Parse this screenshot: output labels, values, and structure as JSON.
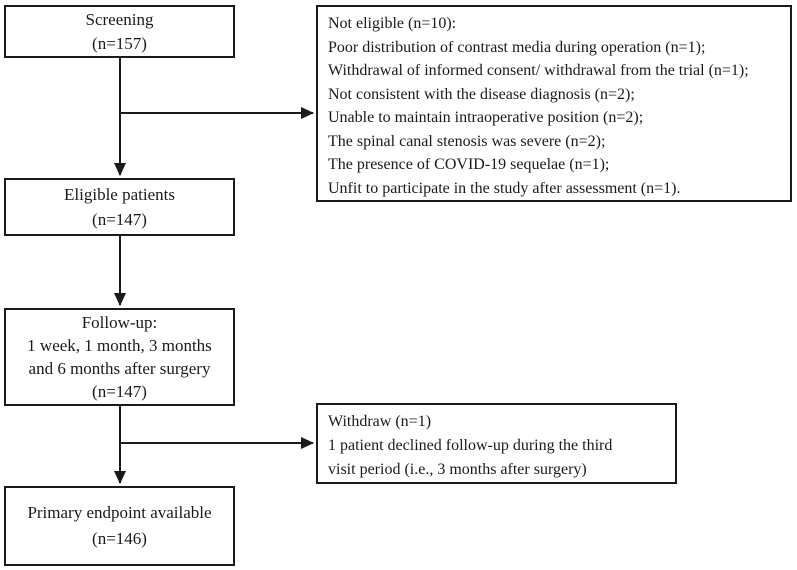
{
  "colors": {
    "line": "#1a1a1a",
    "text": "#1a1a1a",
    "background": "#ffffff"
  },
  "boxes": {
    "screening": {
      "lines": [
        "Screening",
        "(n=157)"
      ]
    },
    "not_eligible": {
      "lines": [
        "Not eligible (n=10):",
        "Poor distribution of contrast media during operation (n=1);",
        "Withdrawal of informed consent/ withdrawal from the trial (n=1);",
        "Not consistent with the disease diagnosis (n=2);",
        "Unable to maintain intraoperative position (n=2);",
        "The spinal canal stenosis was severe (n=2);",
        "The presence of COVID-19 sequelae (n=1);",
        "Unfit to participate in the study after assessment (n=1)."
      ]
    },
    "eligible": {
      "lines": [
        "Eligible patients",
        "(n=147)"
      ]
    },
    "followup": {
      "lines": [
        "Follow-up:",
        "1 week, 1 month, 3 months",
        "and 6 months after surgery",
        "(n=147)"
      ]
    },
    "withdraw": {
      "lines": [
        "Withdraw (n=1)",
        "1 patient declined follow-up during the third",
        "visit period (i.e., 3 months after surgery)"
      ]
    },
    "primary": {
      "lines": [
        "Primary endpoint available",
        "(n=146)"
      ]
    }
  }
}
